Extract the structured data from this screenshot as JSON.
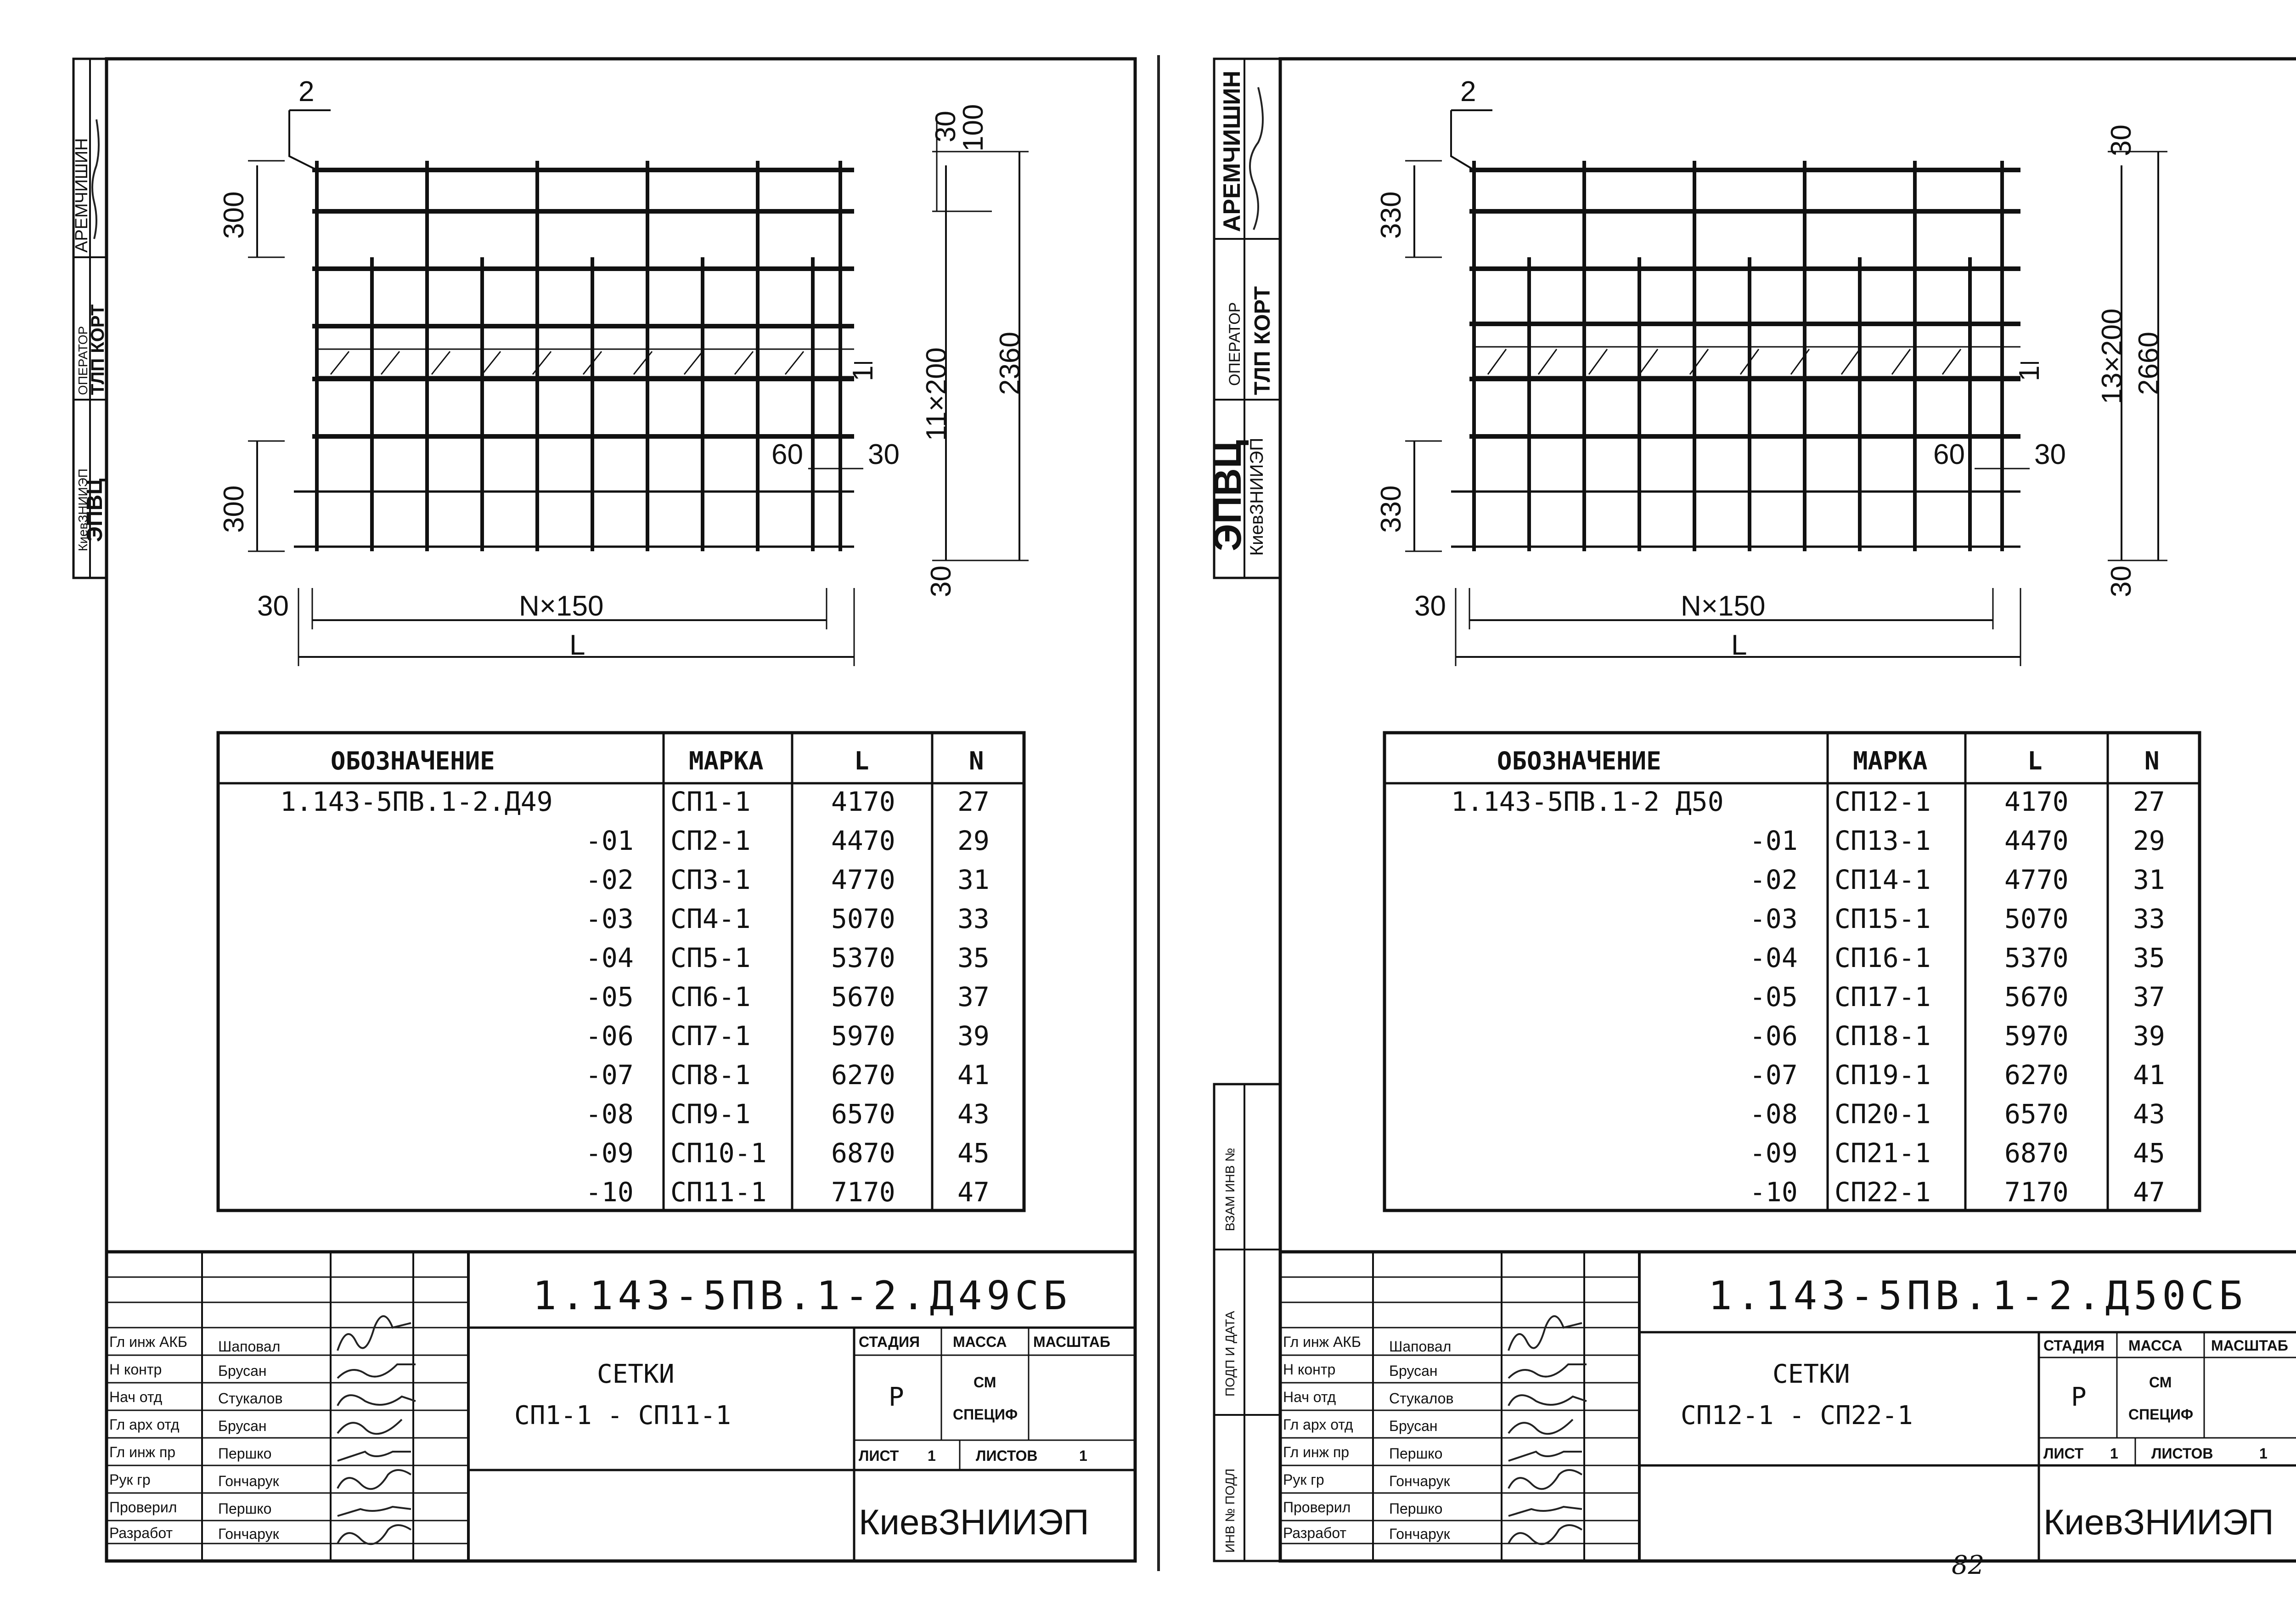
{
  "page_number": "82",
  "sheets": [
    {
      "stamp": {
        "org": "ЭПВЦ",
        "org_sub": "КиевЗНИИЭП",
        "role": "ОПЕРАТОР",
        "dept": "ТЛП КОРТ",
        "name": "АРЕМЧИШИН"
      },
      "drawing": {
        "pos_top": "2",
        "pos_side": "1",
        "dim_top_bar": "30",
        "dim_top_step": "100",
        "dim_left_top": "300",
        "dim_left_bottom": "300",
        "dim_mid": "11×200",
        "dim_total": "2360",
        "dim_60": "60",
        "dim_30_right": "30",
        "dim_30_bottom_right": "30",
        "dim_30_left": "30",
        "dim_nx": "N×150",
        "dim_L": "L"
      },
      "table": {
        "headers": [
          "ОБОЗНАЧЕНИЕ",
          "МАРКА",
          "L",
          "N"
        ],
        "rows": [
          [
            "1.143-5ПВ.1-2.Д49",
            "СП1-1",
            "4170",
            "27"
          ],
          [
            "-01",
            "СП2-1",
            "4470",
            "29"
          ],
          [
            "-02",
            "СП3-1",
            "4770",
            "31"
          ],
          [
            "-03",
            "СП4-1",
            "5070",
            "33"
          ],
          [
            "-04",
            "СП5-1",
            "5370",
            "35"
          ],
          [
            "-05",
            "СП6-1",
            "5670",
            "37"
          ],
          [
            "-06",
            "СП7-1",
            "5970",
            "39"
          ],
          [
            "-07",
            "СП8-1",
            "6270",
            "41"
          ],
          [
            "-08",
            "СП9-1",
            "6570",
            "43"
          ],
          [
            "-09",
            "СП10-1",
            "6870",
            "45"
          ],
          [
            "-10",
            "СП11-1",
            "7170",
            "47"
          ]
        ]
      },
      "title_block": {
        "code": "1.143-5ПВ.1-2.Д49СБ",
        "title_line1": "СЕТКИ",
        "title_line2": "СП1-1 - СП11-1",
        "stage_label": "СТАДИЯ",
        "mass_label": "МАССА",
        "scale_label": "МАСШТАБ",
        "stage": "Р",
        "mass_line1": "СМ",
        "mass_line2": "СПЕЦИФ",
        "sheet_label": "ЛИСТ",
        "sheet_value": "1",
        "sheets_label": "ЛИСТОВ",
        "sheets_value": "1",
        "org": "КиевЗНИИЭП",
        "roles": [
          {
            "role": "Гл инж АКБ",
            "name": "Шаповал"
          },
          {
            "role": "Н контр",
            "name": "Брусан"
          },
          {
            "role": "Нач отд",
            "name": "Стукалов"
          },
          {
            "role": "Гл арх отд",
            "name": "Брусан"
          },
          {
            "role": "Гл инж пр",
            "name": "Першко"
          },
          {
            "role": "Рук гр",
            "name": "Гончарук"
          },
          {
            "role": "Проверил",
            "name": "Першко"
          },
          {
            "role": "Разработ",
            "name": "Гончарук"
          }
        ]
      }
    },
    {
      "stamp": {
        "org": "ЭПВЦ",
        "org_sub": "КиевЗНИИЭП",
        "role": "ОПЕРАТОР",
        "dept": "ТЛП КОРТ",
        "name": "АРЕМЧИШИН"
      },
      "side_labels": {
        "replace": "ВЗАМ ИНВ №",
        "sign_date": "ПОДП И ДАТА",
        "orig": "ИНВ № ПОДЛ"
      },
      "drawing": {
        "pos_top": "2",
        "pos_side": "1",
        "dim_top_bar": "30",
        "dim_left_top": "330",
        "dim_left_bottom": "330",
        "dim_mid": "13×200",
        "dim_total": "2660",
        "dim_60": "60",
        "dim_30_right": "30",
        "dim_30_bottom_right": "30",
        "dim_30_left": "30",
        "dim_nx": "N×150",
        "dim_L": "L"
      },
      "table": {
        "headers": [
          "ОБОЗНАЧЕНИЕ",
          "МАРКА",
          "L",
          "N"
        ],
        "rows": [
          [
            "1.143-5ПВ.1-2 Д50",
            "СП12-1",
            "4170",
            "27"
          ],
          [
            "-01",
            "СП13-1",
            "4470",
            "29"
          ],
          [
            "-02",
            "СП14-1",
            "4770",
            "31"
          ],
          [
            "-03",
            "СП15-1",
            "5070",
            "33"
          ],
          [
            "-04",
            "СП16-1",
            "5370",
            "35"
          ],
          [
            "-05",
            "СП17-1",
            "5670",
            "37"
          ],
          [
            "-06",
            "СП18-1",
            "5970",
            "39"
          ],
          [
            "-07",
            "СП19-1",
            "6270",
            "41"
          ],
          [
            "-08",
            "СП20-1",
            "6570",
            "43"
          ],
          [
            "-09",
            "СП21-1",
            "6870",
            "45"
          ],
          [
            "-10",
            "СП22-1",
            "7170",
            "47"
          ]
        ]
      },
      "title_block": {
        "code": "1.143-5ПВ.1-2.Д50СБ",
        "title_line1": "СЕТКИ",
        "title_line2": "СП12-1 - СП22-1",
        "stage_label": "СТАДИЯ",
        "mass_label": "МАССА",
        "scale_label": "МАСШТАБ",
        "stage": "Р",
        "mass_line1": "СМ",
        "mass_line2": "СПЕЦИФ",
        "sheet_label": "ЛИСТ",
        "sheet_value": "1",
        "sheets_label": "ЛИСТОВ",
        "sheets_value": "1",
        "org": "КиевЗНИИЭП",
        "roles": [
          {
            "role": "Гл инж АКБ",
            "name": "Шаповал"
          },
          {
            "role": "Н контр",
            "name": "Брусан"
          },
          {
            "role": "Нач отд",
            "name": "Стукалов"
          },
          {
            "role": "Гл арх отд",
            "name": "Брусан"
          },
          {
            "role": "Гл инж пр",
            "name": "Першко"
          },
          {
            "role": "Рук гр",
            "name": "Гончарук"
          },
          {
            "role": "Проверил",
            "name": "Першко"
          },
          {
            "role": "Разработ",
            "name": "Гончарук"
          }
        ]
      }
    }
  ]
}
